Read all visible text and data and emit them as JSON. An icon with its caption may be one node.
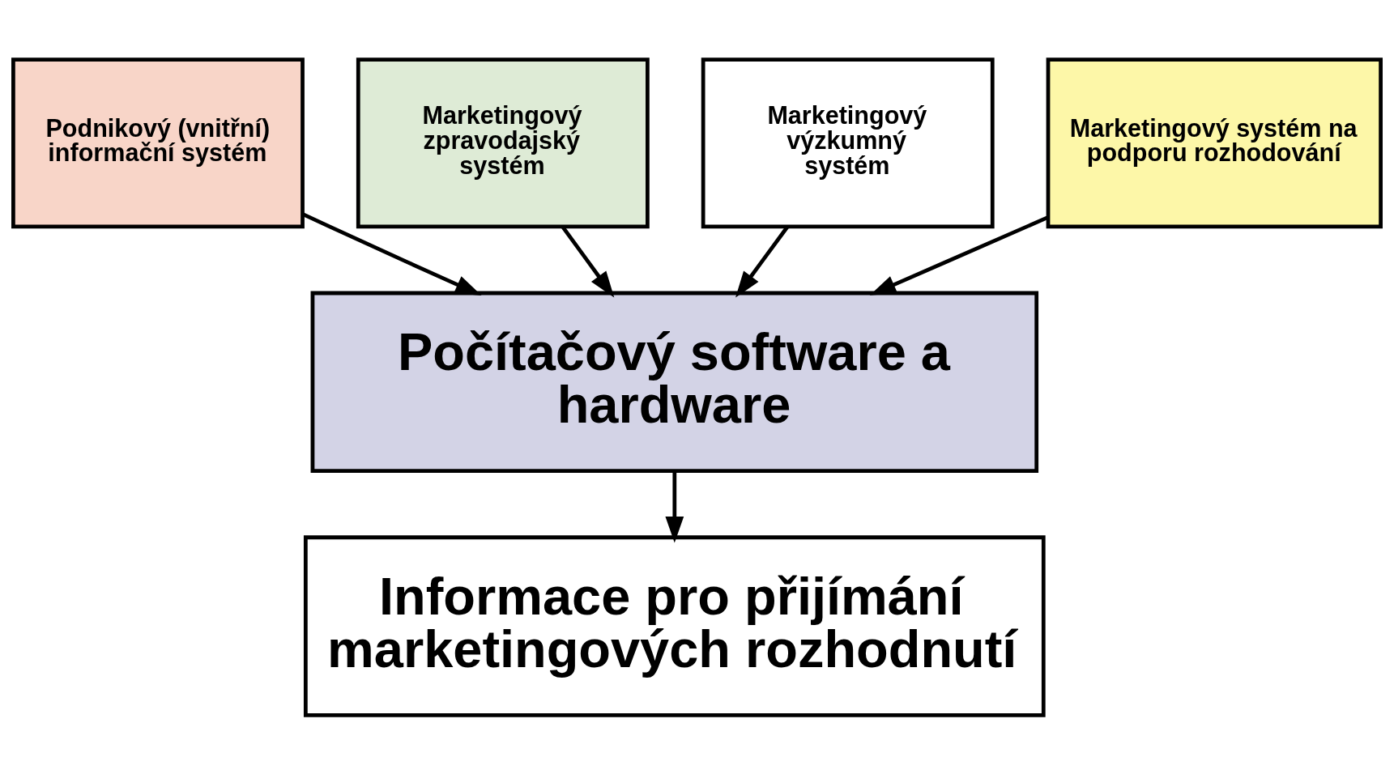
{
  "diagram": {
    "nodes": [
      {
        "text": [
          "Podnikový (vnitřní) informační systém"
        ]
      },
      {
        "text": [
          "Marketingový zpravodajský systém"
        ]
      },
      {
        "text": [
          "Marketingový výzkumný systém"
        ]
      },
      {
        "text": [
          "Marketingový systém na podporu rozhodování"
        ]
      },
      {
        "text": [
          "Počítačový software a hardware"
        ]
      },
      {
        "text": [
          "Informace pro přijímání marketingových rozhodnutí"
        ]
      }
    ],
    "edges": [
      {
        "from": 0,
        "to": 4,
        "arrow": "to"
      },
      {
        "from": 1,
        "to": 4,
        "arrow": "to"
      },
      {
        "from": 2,
        "to": 4,
        "arrow": "to"
      },
      {
        "from": 3,
        "to": 4,
        "arrow": "to"
      },
      {
        "from": 4,
        "to": 5,
        "arrow": "to"
      }
    ]
  }
}
